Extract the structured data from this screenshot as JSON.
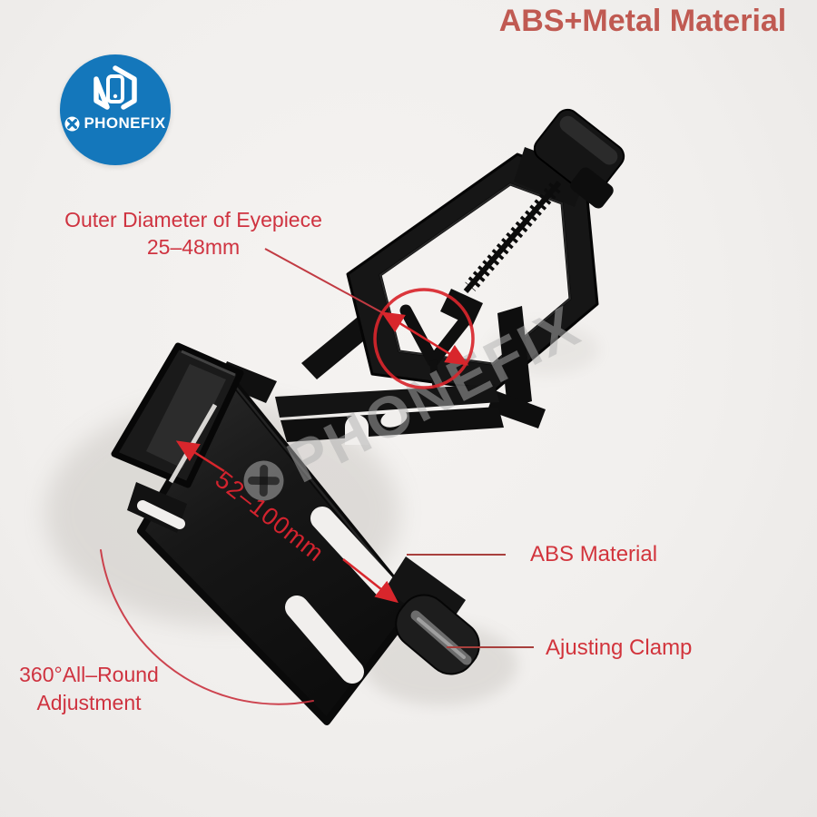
{
  "page": {
    "title": "ABS+Metal Material"
  },
  "logo": {
    "brand": "PHONEFIX"
  },
  "watermark": {
    "text": "PHONEFIX"
  },
  "annotations": {
    "eyepiece": {
      "line1": "Outer Diameter of Eyepiece",
      "line2": "25–48mm"
    },
    "clamp_width": {
      "text": "52–100mm"
    },
    "material": {
      "text": "ABS Material"
    },
    "adjusting": {
      "text": "Ajusting Clamp"
    },
    "rotation": {
      "line1": "360°All–Round",
      "line2": "Adjustment"
    }
  },
  "colors": {
    "title_red": "#c05a52",
    "annotation_red": "#cf3340",
    "bright_label_red": "#d2343c",
    "arrow_red": "#d8262c",
    "arc_red": "#c9303d",
    "leader_line": "#a8403d",
    "logo_blue": "#1477bb",
    "product_black": "#141414",
    "background": "#f1efed"
  }
}
